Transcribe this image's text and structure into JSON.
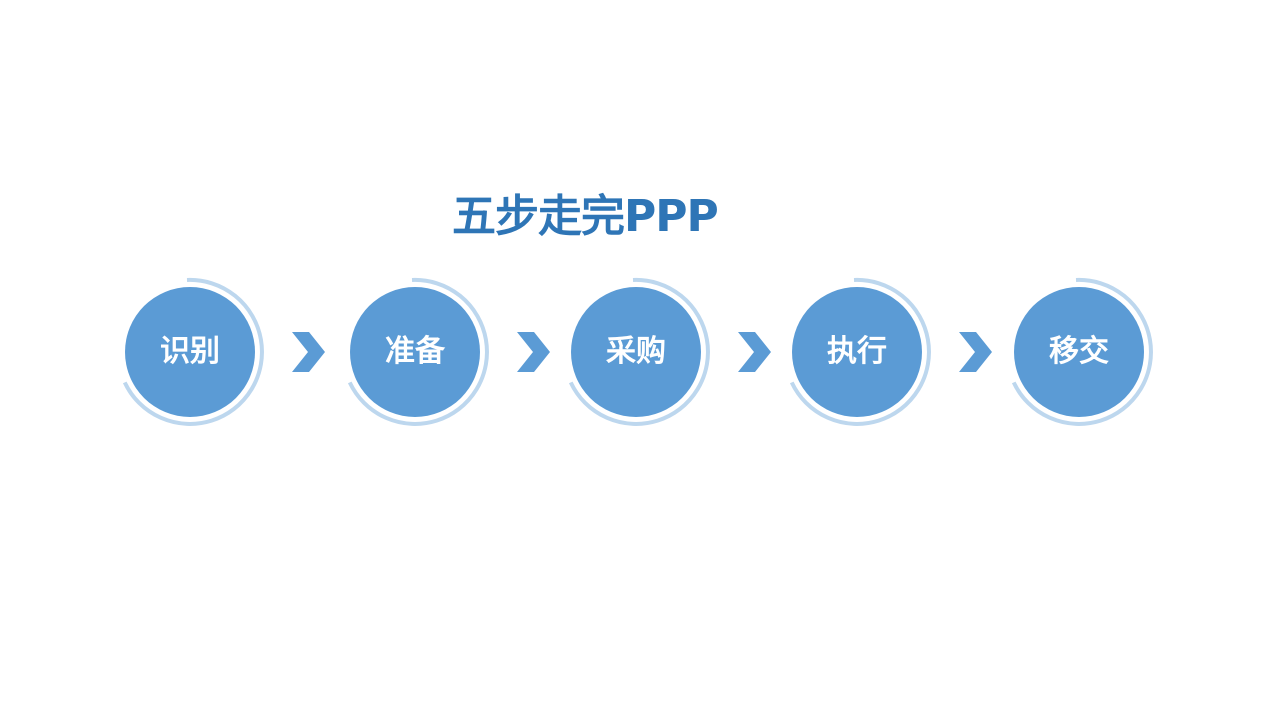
{
  "title": "五步走完PPP",
  "steps": [
    {
      "label": "识别"
    },
    {
      "label": "准备"
    },
    {
      "label": "采购"
    },
    {
      "label": "执行"
    },
    {
      "label": "移交"
    }
  ],
  "colors": {
    "circle": "#5b9bd5",
    "arc": "#bdd7ee",
    "title": "#2e75b6",
    "chevron": "#5b9bd5"
  }
}
